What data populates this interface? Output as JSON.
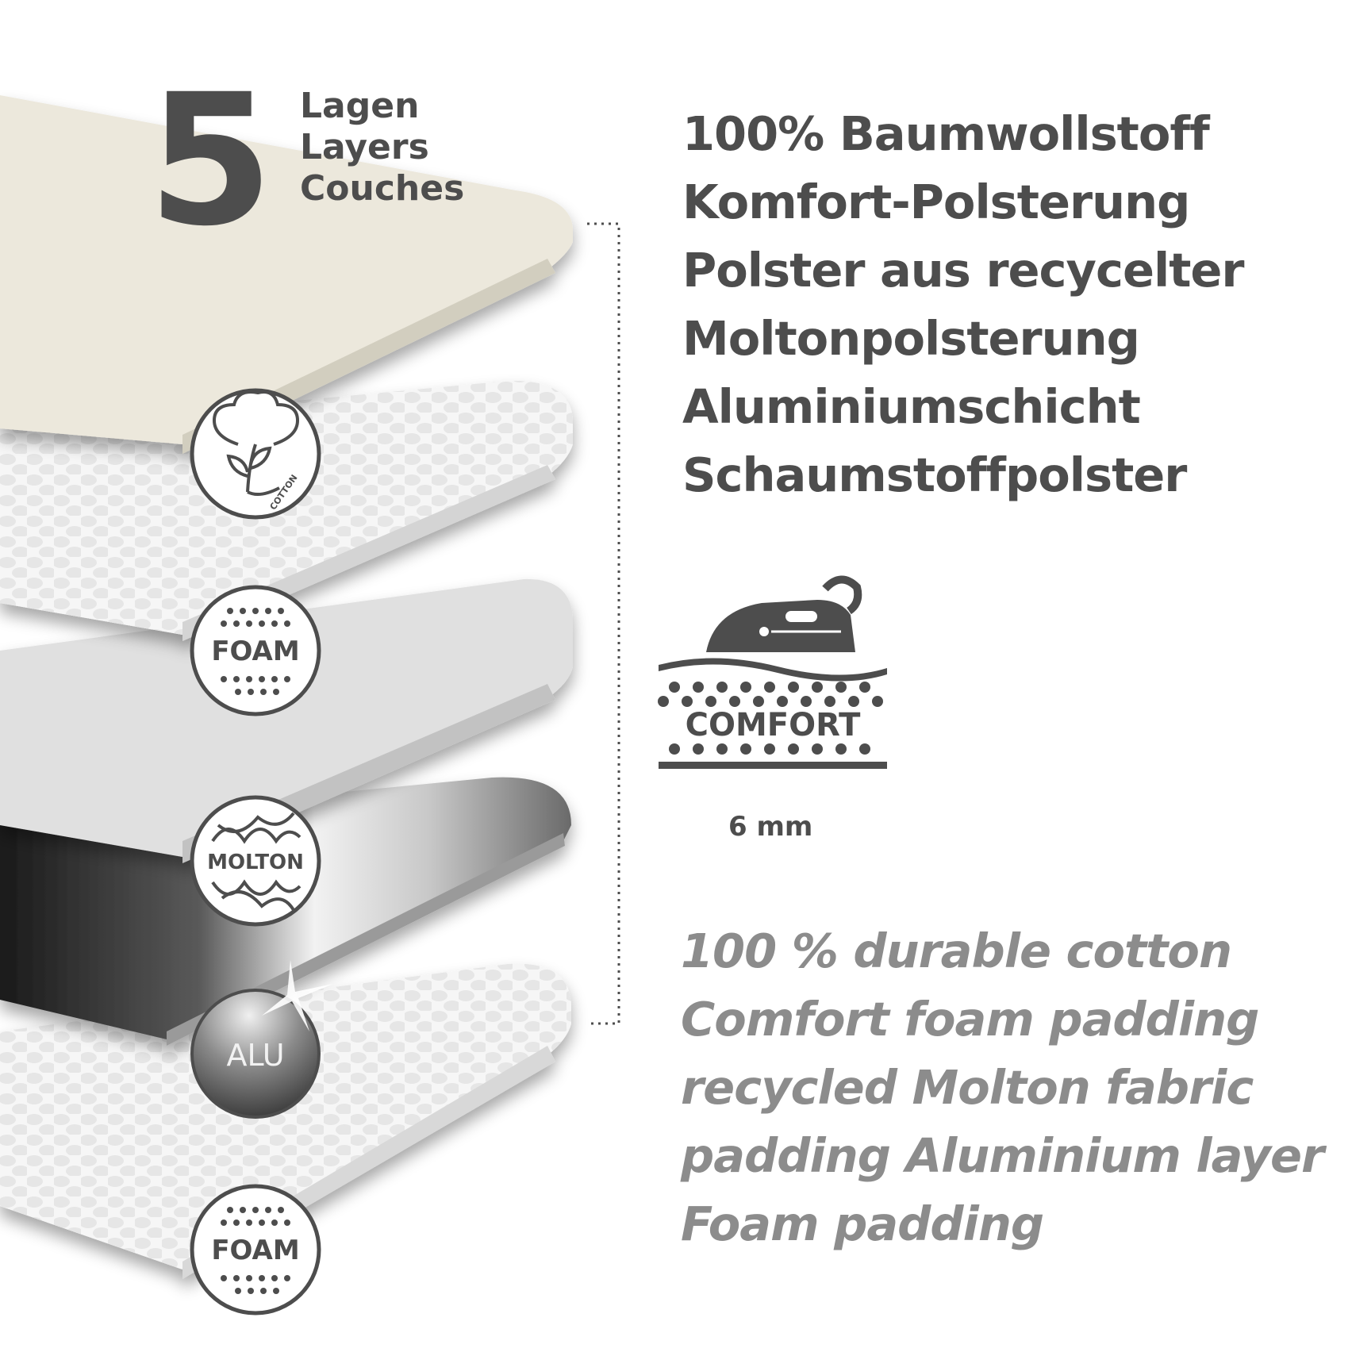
{
  "heading": {
    "number": "5",
    "words": [
      "Lagen",
      "Layers",
      "Couches"
    ]
  },
  "layers_de": [
    "100% Baumwollstoff",
    "Komfort-Polsterung",
    "Polster aus recycelter",
    "Moltonpolsterung",
    "Aluminiumschicht",
    "Schaumstoffpolster"
  ],
  "layers_en": [
    "100 % durable cotton",
    "Comfort foam padding",
    "recycled Molton fabric",
    "padding Aluminium layer",
    "Foam padding"
  ],
  "badges": {
    "cotton": "COTTON",
    "foam_top": "FOAM",
    "molton": "MOLTON",
    "alu": "ALU",
    "foam_bottom": "FOAM"
  },
  "comfort_icon": {
    "label": "COMFORT",
    "thickness": "6 mm"
  },
  "colors": {
    "text_dark": "#4d4d4d",
    "text_light": "#8c8c8c",
    "cotton_layer": "#ece8dc",
    "foam_layer": "#f4f4f4",
    "molton_layer": "#dcdcdc"
  },
  "icons": [
    "cotton-plant-icon",
    "foam-dots-icon",
    "molton-fiber-icon",
    "alu-sparkle-icon",
    "iron-icon"
  ]
}
